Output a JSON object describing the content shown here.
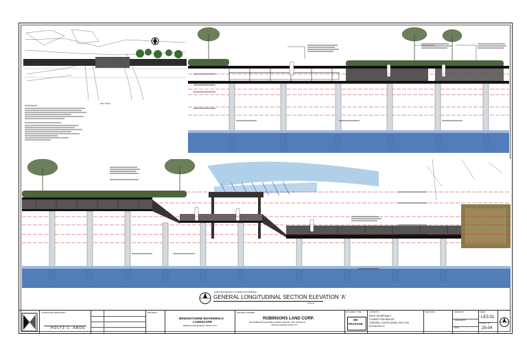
{
  "key_plan": {
    "label": "KEY PLAN"
  },
  "elevation": {
    "subtitle": "WEST BOARDWALK CONNECTION BRIDGE",
    "title": "GENERAL LONGITUDINAL SECTION ELEVATION 'A'",
    "scale": "SCALE"
  },
  "title_block": {
    "landscape_architect_label": "LANDSCAPE ARCHITECT",
    "architect_name": "HOLTZ C. ABDU",
    "project_label": "PROJECT",
    "project_name_line1": "BRIDGETOWNE BOARDWALK",
    "project_name_line2": "LANDSCAPE",
    "project_address": "BRIDGETOWNE BLVD, PASIG CITY",
    "owner_label": "PROJECT OWNER",
    "owner_name": "ROBINSONS LAND CORP.",
    "owner_address_line1": "26/F ROBINSONS EQUITABLE TOWER, ADB AVE. COR. POVEDA ST.",
    "owner_address_line2": "ORTIGAS CENTER, PASIG CITY",
    "document_type_label": "DOCUMENT TYPE",
    "document_type_line1": "DD",
    "document_type_line2": "PACKAGE",
    "contents_label": "CONTENTS",
    "contents_line1": "WEST BOARDWALK",
    "contents_line2": "CONNECTION BRIDGE",
    "contents_line3": "GENERAL LONGITUDINAL SECTION",
    "contents_line4": "ELEVATION 'A'",
    "revisions_label": "REVISIONS",
    "drawn_by_label": "DRAWN BY",
    "checked_by_label": "CHECKED BY",
    "date_label": "DATE",
    "sheet_label": "SHEET",
    "sheet_no": "LE3-01",
    "project_no_label": "PROJECT NO.",
    "project_no": "25-04"
  },
  "colors": {
    "water": "#3f6fb0",
    "water_light": "#9db8dd",
    "level_line": "#c0262b",
    "pier": "#cfd4dc",
    "fill_dark": "#333333"
  }
}
